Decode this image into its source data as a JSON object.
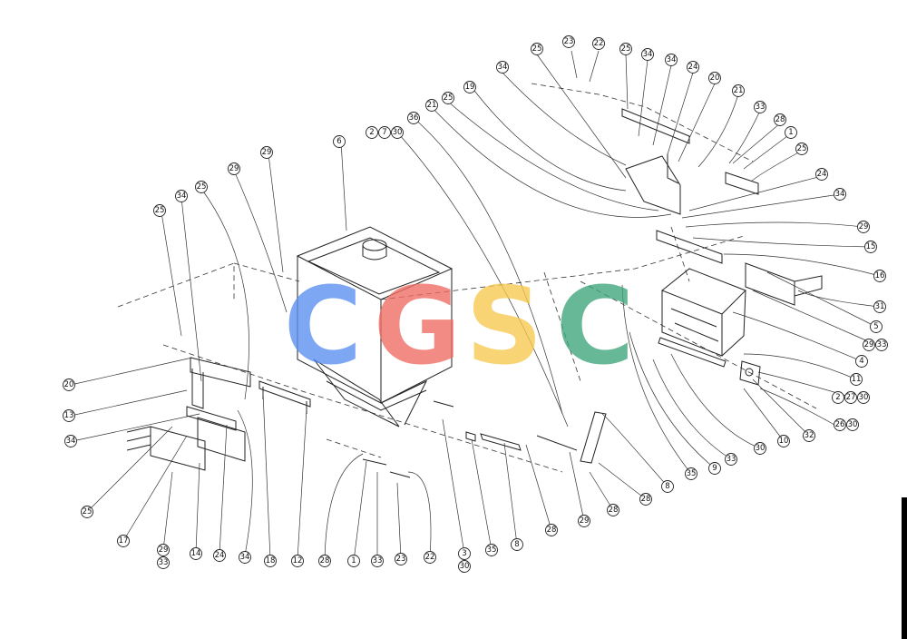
{
  "watermark": {
    "letters": [
      {
        "char": "C",
        "color": "#5b8ff0"
      },
      {
        "char": "G",
        "color": "#ef6b62"
      },
      {
        "char": "S",
        "color": "#f7c94e"
      },
      {
        "char": "C",
        "color": "#3da57a"
      }
    ]
  },
  "callouts": [
    {
      "label": "23"
    },
    {
      "label": "22"
    },
    {
      "label": "25"
    },
    {
      "label": "34"
    },
    {
      "label": "34"
    },
    {
      "label": "24"
    },
    {
      "label": "20"
    },
    {
      "label": "34"
    },
    {
      "label": "25"
    },
    {
      "label": "21"
    },
    {
      "label": "33"
    },
    {
      "label": "28"
    },
    {
      "label": "1"
    },
    {
      "label": "25"
    },
    {
      "label": "19"
    },
    {
      "label": "25"
    },
    {
      "label": "21"
    },
    {
      "label": "36"
    },
    {
      "label": "2"
    },
    {
      "label": "7"
    },
    {
      "label": "30"
    },
    {
      "label": "24"
    },
    {
      "label": "34"
    },
    {
      "label": "29"
    },
    {
      "label": "15"
    },
    {
      "label": "16"
    },
    {
      "label": "31"
    },
    {
      "label": "5"
    },
    {
      "label": "29"
    },
    {
      "label": "33"
    },
    {
      "label": "4"
    },
    {
      "label": "11"
    },
    {
      "label": "2"
    },
    {
      "label": "27"
    },
    {
      "label": "30"
    },
    {
      "label": "26"
    },
    {
      "label": "30"
    },
    {
      "label": "32"
    },
    {
      "label": "10"
    },
    {
      "label": "30"
    },
    {
      "label": "6"
    },
    {
      "label": "29"
    },
    {
      "label": "29"
    },
    {
      "label": "25"
    },
    {
      "label": "34"
    },
    {
      "label": "25"
    },
    {
      "label": "20"
    },
    {
      "label": "13"
    },
    {
      "label": "34"
    },
    {
      "label": "25"
    },
    {
      "label": "17"
    },
    {
      "label": "29"
    },
    {
      "label": "33"
    },
    {
      "label": "14"
    },
    {
      "label": "24"
    },
    {
      "label": "34"
    },
    {
      "label": "18"
    },
    {
      "label": "12"
    },
    {
      "label": "28"
    },
    {
      "label": "1"
    },
    {
      "label": "33"
    },
    {
      "label": "23"
    },
    {
      "label": "22"
    },
    {
      "label": "3"
    },
    {
      "label": "30"
    },
    {
      "label": "35"
    },
    {
      "label": "8"
    },
    {
      "label": "28"
    },
    {
      "label": "29"
    },
    {
      "label": "28"
    },
    {
      "label": "28"
    },
    {
      "label": "8"
    },
    {
      "label": "35"
    },
    {
      "label": "9"
    },
    {
      "label": "33"
    }
  ]
}
